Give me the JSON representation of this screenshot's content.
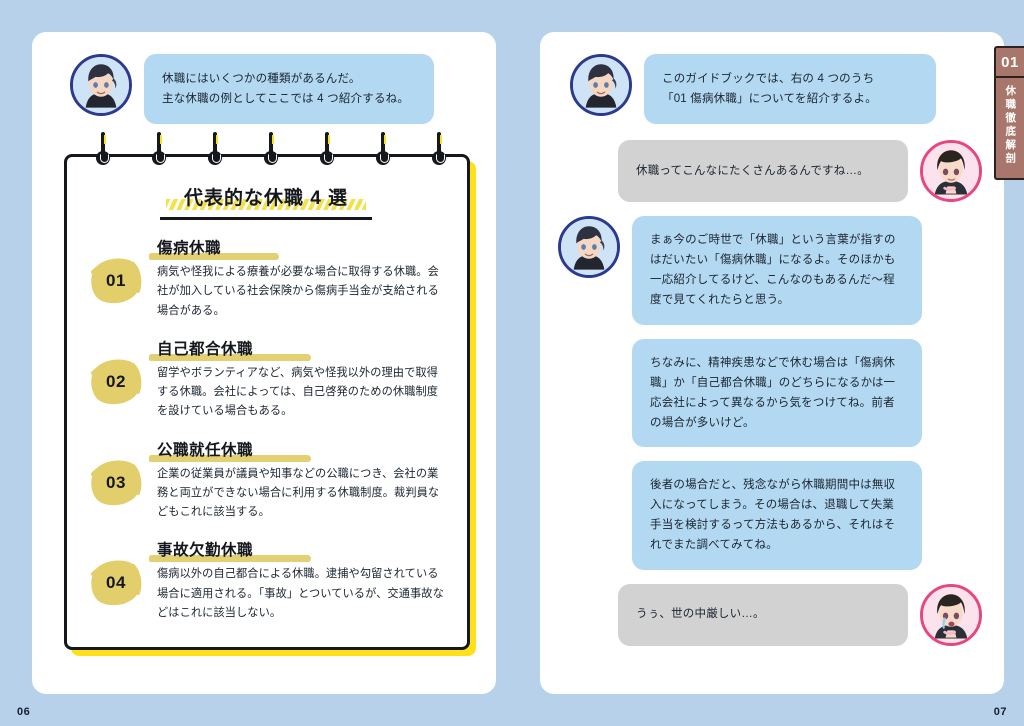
{
  "spread": {
    "background_color": "#b7d1ea",
    "page_left_number": "06",
    "page_right_number": "07"
  },
  "left_page": {
    "intro_bubble": {
      "speaker": "male-mentor",
      "text": "休職にはいくつかの種類があるんだ。\n主な休職の例としてここでは 4 つ紹介するね。"
    },
    "notebook": {
      "title": "代表的な休職 4 選",
      "items": [
        {
          "number": "01",
          "title": "傷病休職",
          "desc": "病気や怪我による療養が必要な場合に取得する休職。会社が加入している社会保険から傷病手当金が支給される場合がある。"
        },
        {
          "number": "02",
          "title": "自己都合休職",
          "desc": "留学やボランティアなど、病気や怪我以外の理由で取得する休職。会社によっては、自己啓発のための休職制度を設けている場合もある。"
        },
        {
          "number": "03",
          "title": "公職就任休職",
          "desc": "企業の従業員が議員や知事などの公職につき、会社の業務と両立ができない場合に利用する休職制度。裁判員などもこれに該当する。"
        },
        {
          "number": "04",
          "title": "事故欠勤休職",
          "desc": "傷病以外の自己都合による休職。逮捕や勾留されている場合に適用される。「事故」とついているが、交通事故などはこれに該当しない。"
        }
      ]
    }
  },
  "right_page": {
    "tab": {
      "number": "01",
      "label": "休職徹底解剖",
      "color": "#a9766b"
    },
    "messages": [
      {
        "speaker": "male-mentor",
        "side": "left",
        "style": "blue",
        "text": "このガイドブックでは、右の 4 つのうち\n「01 傷病休職」についてを紹介するよ。"
      },
      {
        "speaker": "female-student",
        "side": "right",
        "style": "gray",
        "text": "休職ってこんなにたくさんあるんですね…。"
      },
      {
        "speaker": "male-mentor",
        "side": "left",
        "style": "blue",
        "text": "まぁ今のご時世で「休職」という言葉が指すのはだいたい「傷病休職」になるよ。そのほかも一応紹介してるけど、こんなのもあるんだ〜程度で見てくれたらと思う。"
      },
      {
        "speaker": "male-mentor",
        "side": "left",
        "style": "blue",
        "text": "ちなみに、精神疾患などで休む場合は「傷病休職」か「自己都合休職」のどちらになるかは一応会社によって異なるから気をつけてね。前者の場合が多いけど。"
      },
      {
        "speaker": "male-mentor",
        "side": "left",
        "style": "blue",
        "text": "後者の場合だと、残念ながら休職期間中は無収入になってしまう。その場合は、退職して失業手当を検討するって方法もあるから、それはそれでまた調べてみてね。"
      },
      {
        "speaker": "female-student",
        "side": "right",
        "style": "gray",
        "text": "うぅ、世の中厳しい…。"
      }
    ]
  },
  "colors": {
    "bubble_blue": "#b3d9f2",
    "bubble_gray": "#d2d2d2",
    "accent_yellow": "#ffe11a",
    "marker_yellow": "#e2ce6a",
    "ink": "#14181d",
    "avatar_male_ring": "#2b3a8f",
    "avatar_female_ring": "#e8467f"
  }
}
